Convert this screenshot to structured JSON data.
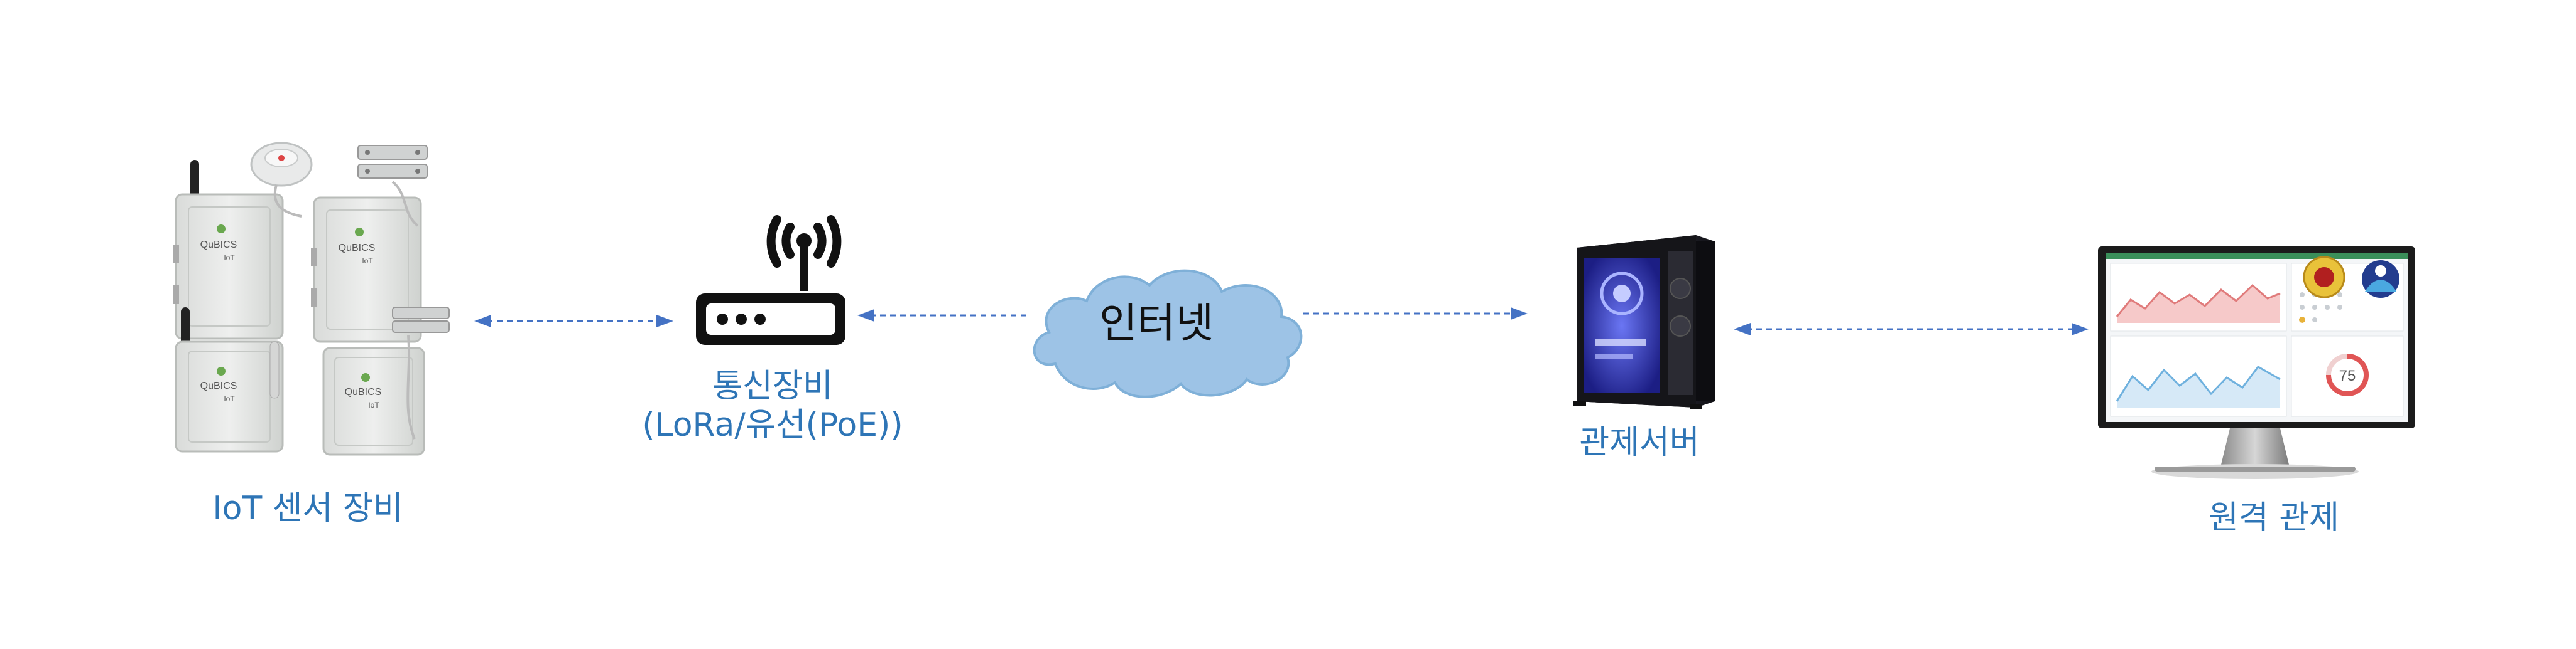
{
  "colors": {
    "label": "#2E75B6",
    "arrow": "#4472C4",
    "cloud_fill": "#9DC3E6",
    "cloud_stroke": "#7FB0D8",
    "router": "#111111",
    "accent_red": "#E05555"
  },
  "nodes": {
    "iot_sensors": {
      "label": "IoT 센서 장비",
      "box_brand": "QuBICS",
      "box_sub": "IoT"
    },
    "gateway": {
      "label_line1": "통신장비",
      "label_line2": "(LoRa/유선(PoE))"
    },
    "internet": {
      "label": "인터넷"
    },
    "server": {
      "label": "관제서버"
    },
    "monitor": {
      "label": "원격 관제",
      "gauge_value": "75"
    }
  },
  "icons": [
    "antenna-icon",
    "smoke-detector-icon",
    "door-sensor-icon",
    "wifi-signal-icon",
    "router-icon",
    "cloud-icon",
    "pc-tower-icon",
    "monitor-icon"
  ]
}
